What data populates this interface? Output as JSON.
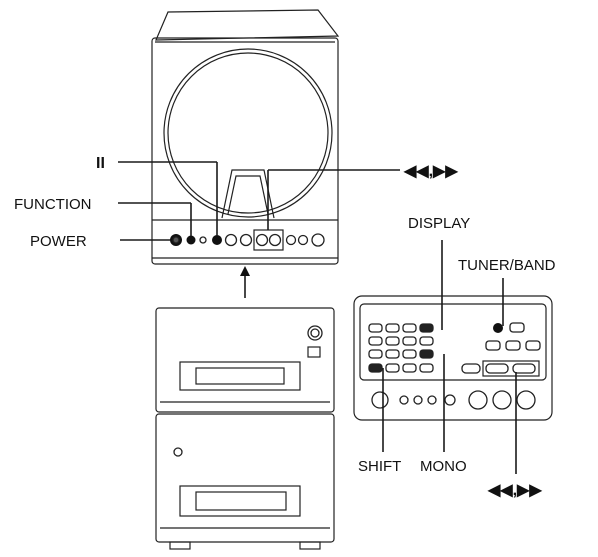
{
  "labels": {
    "pause_symbol": "II",
    "skip_top": "◀◀,▶▶",
    "function": "FUNCTION",
    "power": "POWER",
    "display": "DISPLAY",
    "tuner_band": "TUNER/BAND",
    "shift": "SHIFT",
    "mono": "MONO",
    "skip_bottom": "◀◀,▶▶"
  }
}
